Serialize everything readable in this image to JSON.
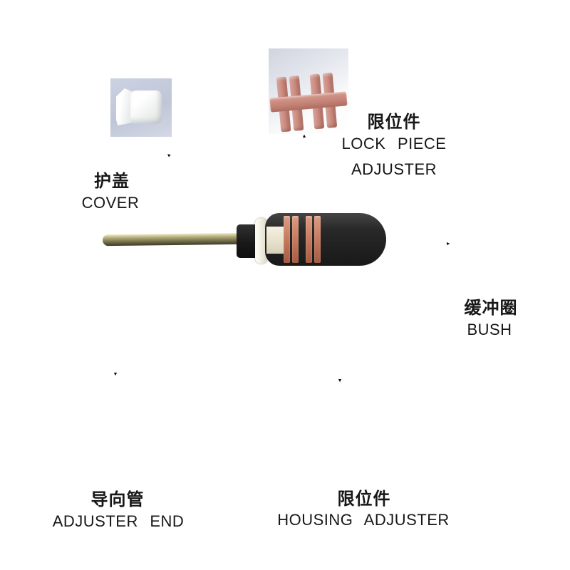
{
  "diagram": {
    "description": "exploded parts diagram of a cable adjuster assembly",
    "arrow_color": "#0a0a0a",
    "parts": {
      "cover": {
        "zh": "护盖",
        "en": "COVER"
      },
      "lock_piece": {
        "zh": "限位件",
        "en_line1": "LOCK PIECE",
        "en_line2": "ADJUSTER"
      },
      "bush": {
        "zh": "缓冲圈",
        "en": "BUSH"
      },
      "adjuster_end": {
        "zh": "导向管",
        "en": "ADJUSTER END"
      },
      "housing_adjuster": {
        "zh": "限位件",
        "en": "HOUSING ADJUSTER"
      }
    },
    "colors": {
      "lock_piece_pink": "#c8857a",
      "assembly_pink": "#c57a5e",
      "housing_black": "#1f1f1f",
      "housing_gray": "#969ca0",
      "rod_brass": "#8c865a",
      "cover_photo_bg": "#c5ccdd",
      "bush_photo_bg": "#e8e8e6"
    }
  }
}
